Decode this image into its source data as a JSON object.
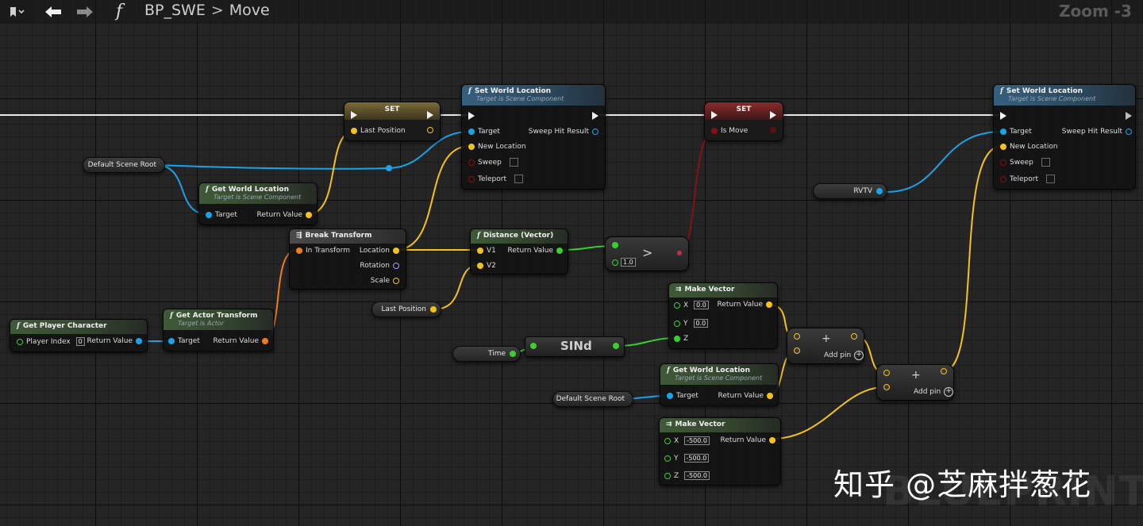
{
  "toolbar": {
    "bookmark_icon": "bookmark-icon",
    "back_icon": "arrow-left-icon",
    "forward_icon": "arrow-right-icon",
    "function_symbol": "f",
    "breadcrumb_parent": "BP_SWE",
    "breadcrumb_separator": ">",
    "breadcrumb_current": "Move",
    "zoom": "Zoom -3"
  },
  "nodes": {
    "set_last_position": {
      "title": "SET",
      "pin_in": "Last Position"
    },
    "set_world_location_1": {
      "title": "Set World Location",
      "subtitle": "Target is Scene Component",
      "target": "Target",
      "sweep_hit": "Sweep Hit Result",
      "new_location": "New Location",
      "sweep": "Sweep",
      "teleport": "Teleport"
    },
    "set_is_move": {
      "title": "SET",
      "pin_in": "Is Move"
    },
    "set_world_location_2": {
      "title": "Set World Location",
      "subtitle": "Target is Scene Component",
      "target": "Target",
      "sweep_hit": "Sweep Hit Result",
      "new_location": "New Location",
      "sweep": "Sweep",
      "teleport": "Teleport"
    },
    "default_scene_root_1": {
      "label": "Default Scene Root"
    },
    "get_world_location_1": {
      "title": "Get World Location",
      "subtitle": "Target is Scene Component",
      "target": "Target",
      "ret": "Return Value"
    },
    "rvtv": {
      "label": "RVTV"
    },
    "break_transform": {
      "title": "Break Transform",
      "in": "In Transform",
      "location": "Location",
      "rotation": "Rotation",
      "scale": "Scale"
    },
    "distance": {
      "title": "Distance (Vector)",
      "v1": "V1",
      "v2": "V2",
      "ret": "Return Value"
    },
    "greater": {
      "symbol": ">",
      "value": "1.0"
    },
    "last_position_var": {
      "label": "Last Position"
    },
    "make_vector_1": {
      "title": "Make Vector",
      "ret": "Return Value",
      "x": "X",
      "x_val": "0.0",
      "y": "Y",
      "y_val": "0.0",
      "z": "Z"
    },
    "get_player_character": {
      "title": "Get Player Character",
      "player_index": "Player Index",
      "player_index_val": "0",
      "ret": "Return Value"
    },
    "get_actor_transform": {
      "title": "Get Actor Transform",
      "subtitle": "Target is Actor",
      "target": "Target",
      "ret": "Return Value"
    },
    "time_var": {
      "label": "Time"
    },
    "sind": {
      "label": "SINd"
    },
    "add_1": {
      "symbol": "+",
      "add_pin": "Add pin"
    },
    "add_2": {
      "symbol": "+",
      "add_pin": "Add pin"
    },
    "get_world_location_2": {
      "title": "Get World Location",
      "subtitle": "Target is Scene Component",
      "target": "Target",
      "ret": "Return Value"
    },
    "default_scene_root_2": {
      "label": "Default Scene Root"
    },
    "make_vector_2": {
      "title": "Make Vector",
      "ret": "Return Value",
      "x": "X",
      "x_val": "-500.0",
      "y": "Y",
      "y_val": "-500.0",
      "z": "Z",
      "z_val": "-500.0"
    }
  },
  "watermark": {
    "text": "知乎 @芝麻拌葱花",
    "brand": "BLUEPRINT"
  },
  "colors": {
    "exec": "#f2f2f2",
    "object": "#1aa3e8",
    "vector": "#f5c21b",
    "float": "#38d12c",
    "bool": "#8a1111",
    "transform": "#f07c1c",
    "rotator": "#9aa0ff"
  }
}
